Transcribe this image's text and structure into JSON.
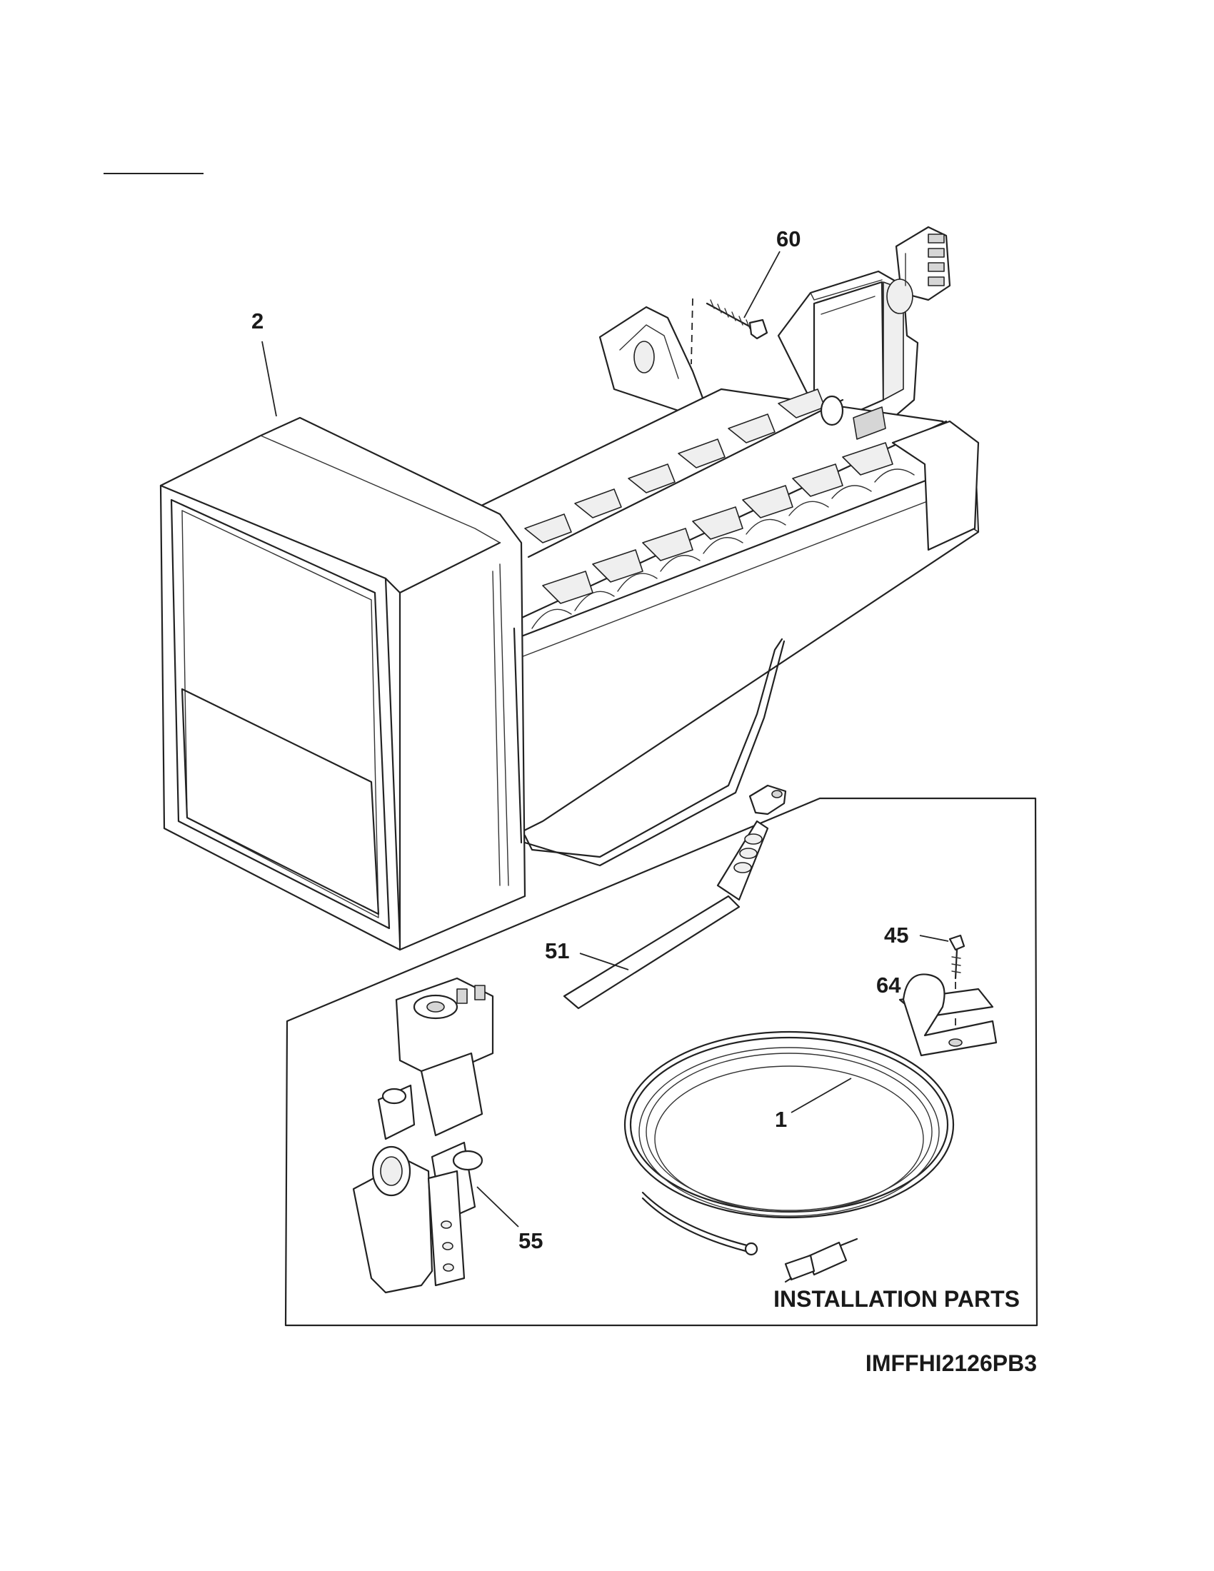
{
  "callouts": {
    "c1": "1",
    "c2": "2",
    "c45": "45",
    "c51": "51",
    "c55": "55",
    "c60": "60",
    "c64": "64"
  },
  "installation_parts_label": "INSTALLATION PARTS",
  "drawing_id": "IMFFHI2126PB3"
}
